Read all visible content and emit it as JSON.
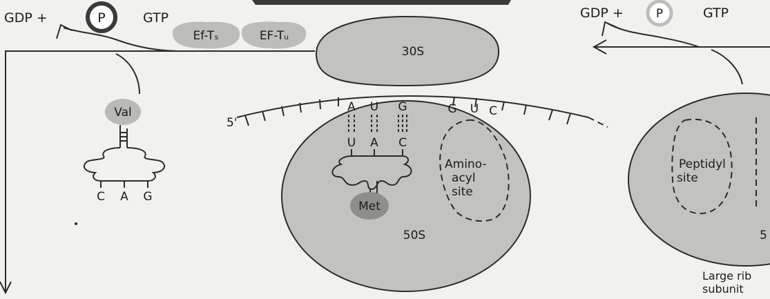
{
  "labels": {
    "gdp_left": "GDP +",
    "p_left": "P",
    "gtp_left": "GTP",
    "ef_ts": "Ef-Tₛ",
    "ef_tu": "EF-Tᵤ",
    "gdp_right": "GDP +",
    "p_right": "P",
    "gtp_right": "GTP",
    "subunit_30s": "30S",
    "subunit_50s": "50S",
    "subunit_5_partial": "5",
    "mrna_5prime": "5'",
    "codon1": [
      "A",
      "U",
      "G"
    ],
    "anticodon1": [
      "U",
      "A",
      "C"
    ],
    "codon2": [
      "G",
      "U",
      "C"
    ],
    "val": "Val",
    "anticodon_val": [
      "C",
      "A",
      "G"
    ],
    "met": "Met",
    "aminoacyl_line1": "Amino-",
    "aminoacyl_line2": "acyl",
    "aminoacyl_line3": "site",
    "peptidyl_line1": "Peptidyl",
    "peptidyl_line2": "site",
    "large_subunit_line1": "Large rib",
    "large_subunit_line2": "subunit"
  },
  "colors": {
    "background": "#f1f1ee",
    "subunit_fill": "#c2c2bf",
    "aminoacid_fill": "#b9b9b6",
    "met_fill": "#8e8e8b",
    "ink": "#2b2b2b"
  }
}
